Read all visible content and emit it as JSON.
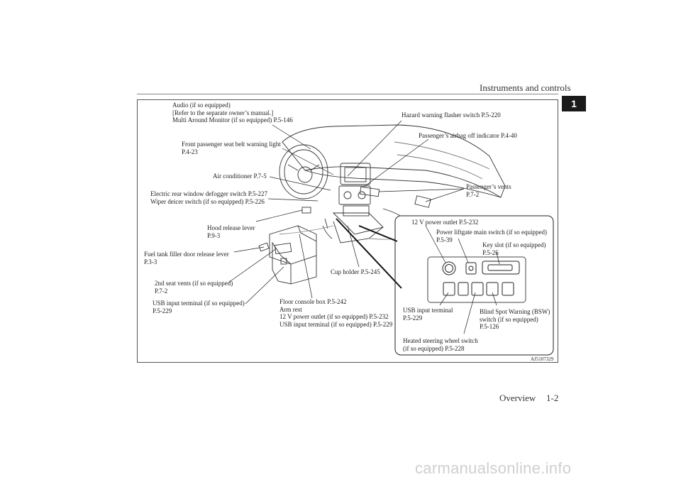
{
  "header": {
    "section_title": "Instruments and controls",
    "chapter_number": "1"
  },
  "footer": {
    "section": "Overview",
    "page": "1-2"
  },
  "figure": {
    "code": "AJ5107329",
    "labels": {
      "audio": [
        "Audio (if so equipped)",
        "[Refer to the separate owner’s manual.]",
        "Multi Around Monitor (if so equipped) P.5-146"
      ],
      "belt_light": [
        "Front passenger seat belt warning light",
        "P.4-23"
      ],
      "air_conditioner": [
        "Air conditioner P.7-5"
      ],
      "defogger": [
        "Electric rear window defogger switch P.5-227",
        "Wiper deicer switch (if so equipped) P.5-226"
      ],
      "hood": [
        "Hood release lever",
        "P.9-3"
      ],
      "fuel": [
        "Fuel tank filler door release lever",
        "P.3-3"
      ],
      "second_seat_vents": [
        "2nd seat vents (if so equipped)",
        "P.7-2"
      ],
      "usb_rear": [
        "USB input terminal (if so equipped)",
        "P.5-229"
      ],
      "floor_console": [
        "Floor console box P.5-242",
        "Arm rest",
        "12 V power outlet (if so equipped) P.5-232",
        "USB input terminal (if so equipped) P.5-229"
      ],
      "cup_holder": [
        "Cup holder P.5-245"
      ],
      "hazard": [
        "Hazard warning flasher switch P.5-220"
      ],
      "airbag_off": [
        "Passenger’s airbag off indicator P.4-40"
      ],
      "passenger_vents": [
        "Passenger’s vents",
        "P.7-2"
      ],
      "power_outlet": [
        "12 V power outlet P.5-232"
      ],
      "liftgate": [
        "Power liftgate main switch (if so equipped)",
        "P.5-39"
      ],
      "key_slot": [
        "Key slot (if so equipped)",
        "P.5-26"
      ],
      "usb_panel": [
        "USB input terminal",
        "P.5-229"
      ],
      "bsw": [
        "Blind Spot Warning (BSW)",
        "switch (if so equipped)",
        "P.5-126"
      ],
      "heated_wheel": [
        "Heated steering wheel switch",
        "(if so equipped) P.5-228"
      ]
    }
  },
  "watermark": "carmanualsonline.info"
}
